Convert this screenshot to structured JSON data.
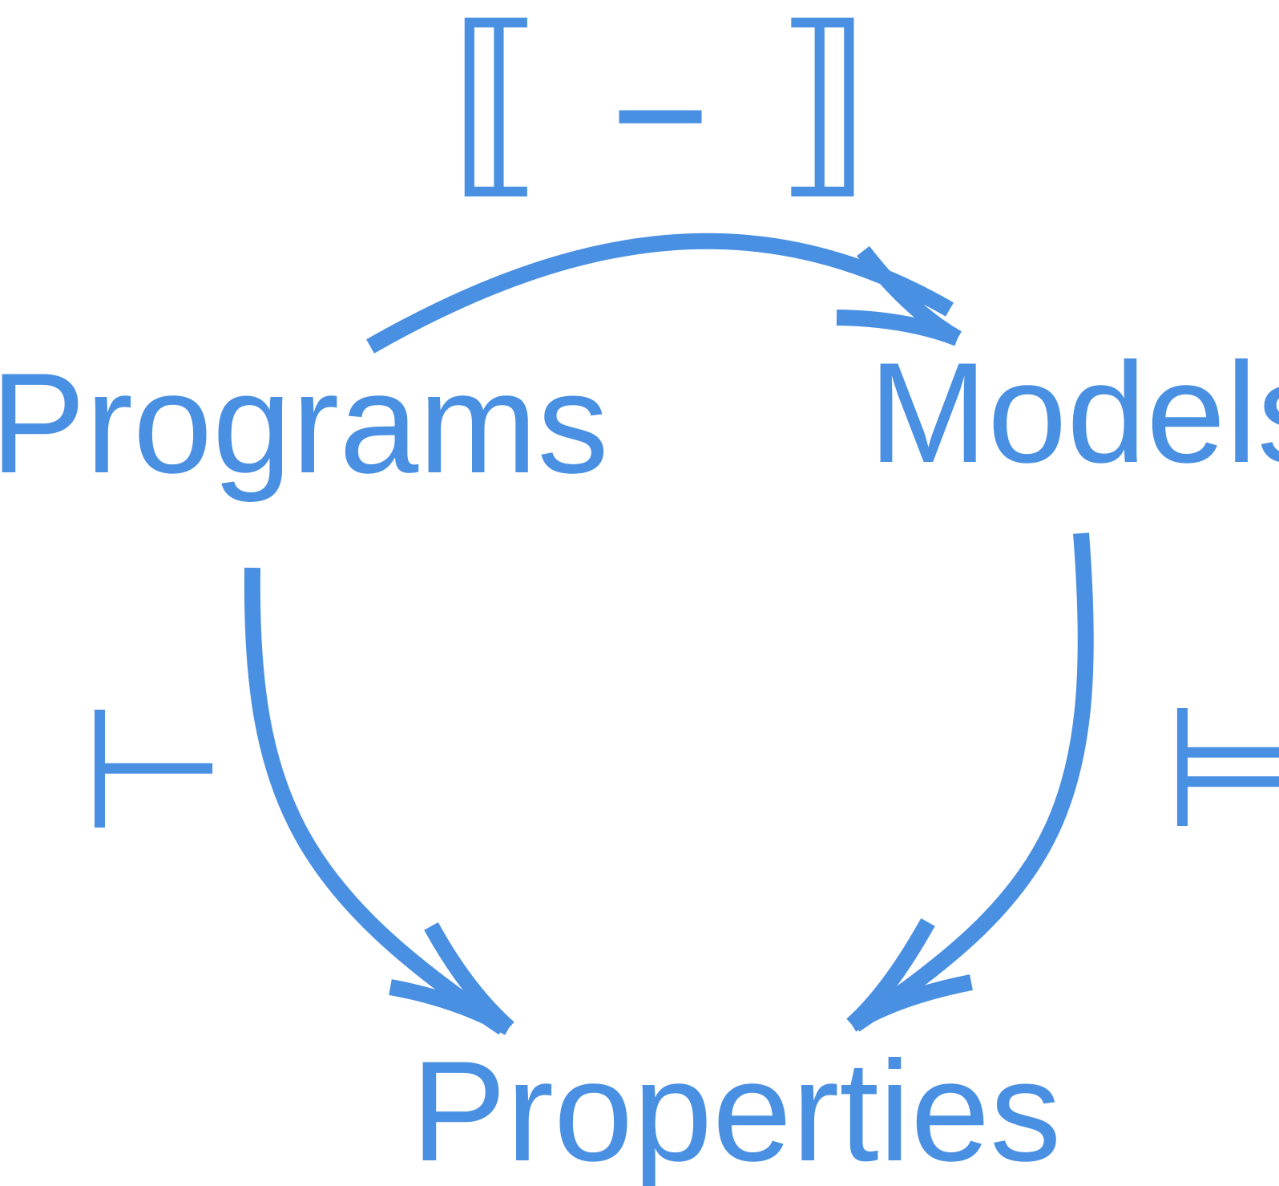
{
  "colors": {
    "accent": "#4a90e2",
    "background": "#ffffff"
  },
  "nodes": {
    "programs": "Programs",
    "models": "Models",
    "properties": "Properties"
  },
  "labels": {
    "semantics": "⟦ – ⟧",
    "proves": "⊢",
    "models": "⊨"
  },
  "edges": [
    {
      "from": "Programs",
      "to": "Models",
      "label": "⟦ – ⟧"
    },
    {
      "from": "Programs",
      "to": "Properties",
      "label": "⊢"
    },
    {
      "from": "Models",
      "to": "Properties",
      "label": "⊨"
    }
  ]
}
